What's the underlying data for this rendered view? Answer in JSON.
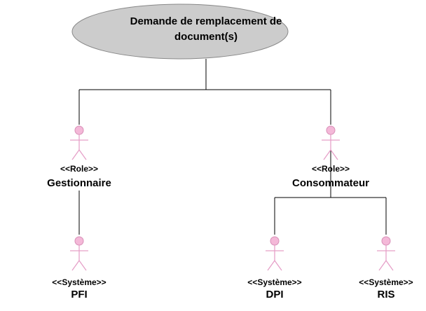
{
  "use_case": {
    "line1": "Demande de remplacement de",
    "line2": "document(s)"
  },
  "actors": {
    "gestionnaire": {
      "stereotype": "<<Role>>",
      "name": "Gestionnaire"
    },
    "consommateur": {
      "stereotype": "<<Role>>",
      "name": "Consommateur"
    },
    "pfi": {
      "stereotype": "<<Système>>",
      "name": "PFI"
    },
    "dpi": {
      "stereotype": "<<Système>>",
      "name": "DPI"
    },
    "ris": {
      "stereotype": "<<Système>>",
      "name": "RIS"
    }
  },
  "colors": {
    "ellipse_fill": "#cccccc",
    "actor_stroke": "#e6a0c8",
    "actor_head": "#f4b8d8",
    "line": "#000000"
  }
}
